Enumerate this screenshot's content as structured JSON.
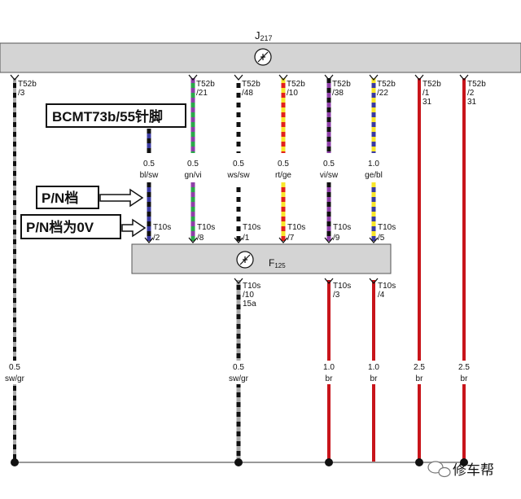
{
  "modules": {
    "j217": {
      "name": "J",
      "sub": "217"
    },
    "f125": {
      "name": "F",
      "sub": "125"
    }
  },
  "upper_pins": [
    {
      "conn": "T52b",
      "pin": "/3",
      "extra": ""
    },
    {
      "conn": "T52b",
      "pin": "/21",
      "extra": ""
    },
    {
      "conn": "T52b",
      "pin": "/48",
      "extra": ""
    },
    {
      "conn": "T52b",
      "pin": "/10",
      "extra": ""
    },
    {
      "conn": "T52b",
      "pin": "/38",
      "extra": ""
    },
    {
      "conn": "T52b",
      "pin": "/22",
      "extra": ""
    },
    {
      "conn": "T52b",
      "pin": "/1",
      "extra": "31"
    },
    {
      "conn": "T52b",
      "pin": "/2",
      "extra": "31"
    }
  ],
  "mid_wires": [
    {
      "size": "0.5",
      "color_code": "bl/sw"
    },
    {
      "size": "0.5",
      "color_code": "gn/vi"
    },
    {
      "size": "0.5",
      "color_code": "ws/sw"
    },
    {
      "size": "0.5",
      "color_code": "rt/ge"
    },
    {
      "size": "0.5",
      "color_code": "vi/sw"
    },
    {
      "size": "1.0",
      "color_code": "ge/bl"
    }
  ],
  "f125_top_pins": [
    {
      "conn": "T10s",
      "pin": "/2"
    },
    {
      "conn": "T10s",
      "pin": "/8"
    },
    {
      "conn": "T10s",
      "pin": "/1"
    },
    {
      "conn": "T10s",
      "pin": "/7"
    },
    {
      "conn": "T10s",
      "pin": "/9"
    },
    {
      "conn": "T10s",
      "pin": "/5"
    }
  ],
  "f125_bottom_pins": [
    {
      "conn": "T10s",
      "pin": "/10",
      "extra": "15a"
    },
    {
      "conn": "T10s",
      "pin": "/3",
      "extra": ""
    },
    {
      "conn": "T10s",
      "pin": "/4",
      "extra": ""
    }
  ],
  "lower_wires": [
    {
      "size": "0.5",
      "color_code": "sw/gr"
    },
    {
      "size": "0.5",
      "color_code": "sw/gr"
    },
    {
      "size": "1.0",
      "color_code": "br"
    },
    {
      "size": "1.0",
      "color_code": "br"
    },
    {
      "size": "2.5",
      "color_code": "br"
    },
    {
      "size": "2.5",
      "color_code": "br"
    }
  ],
  "callouts": {
    "bcm": "BCMT73b/55针脚",
    "pn": "P/N档",
    "pn0v": "P/N档为0V"
  },
  "watermark": "修车帮",
  "colors": {
    "black": "#111111",
    "grey": "#a8a8a8",
    "green": "#2aa84a",
    "violet": "#8e3fa8",
    "white": "#ffffff",
    "red": "#e2211b",
    "yellow": "#f7e62a",
    "blue": "#3a3aa0",
    "brown": "#c8151b",
    "module_fill": "#d4d4d4"
  }
}
